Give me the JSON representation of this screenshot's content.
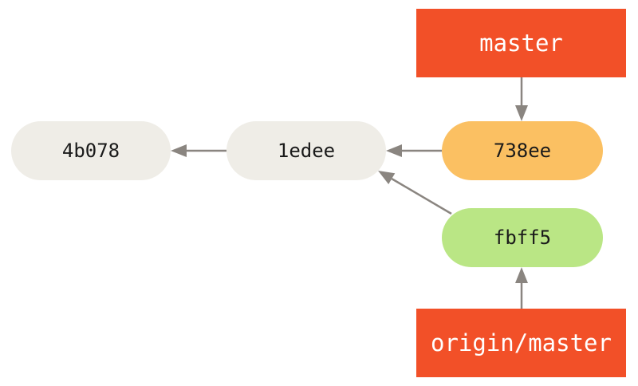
{
  "commits": [
    {
      "id": "c1",
      "hash": "4b078",
      "color": "#efede7"
    },
    {
      "id": "c2",
      "hash": "1edee",
      "color": "#efede7"
    },
    {
      "id": "c3",
      "hash": "738ee",
      "color": "#fbc062"
    },
    {
      "id": "c4",
      "hash": "fbff5",
      "color": "#bae685"
    }
  ],
  "branches": [
    {
      "id": "b1",
      "name": "master",
      "color": "#f25028"
    },
    {
      "id": "b2",
      "name": "origin/master",
      "color": "#f25028"
    }
  ],
  "edges": [
    {
      "from": "c2",
      "to": "c1"
    },
    {
      "from": "c3",
      "to": "c2"
    },
    {
      "from": "c4",
      "to": "c2"
    },
    {
      "from": "b1",
      "to": "c3"
    },
    {
      "from": "b2",
      "to": "c4"
    }
  ],
  "colors": {
    "edge": "#8a8580",
    "commit_text": "#1a1a1a",
    "branch_text": "#ffffff"
  }
}
